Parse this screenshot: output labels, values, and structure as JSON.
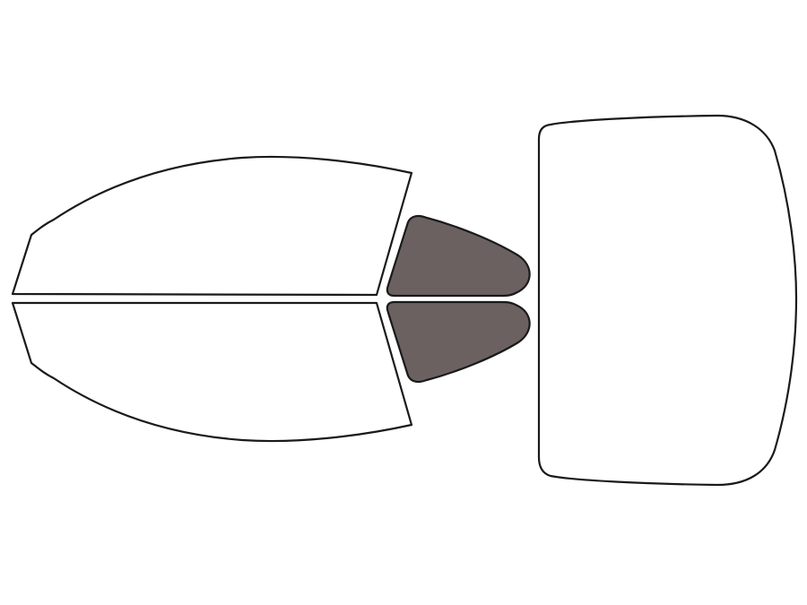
{
  "colors": {
    "background": "#ffffff",
    "outline": "#1a1a1a",
    "clear_glass": "#ffffff",
    "tinted_glass": "#6b6160"
  },
  "panels": [
    {
      "id": "front-door-window-top",
      "tinted": false
    },
    {
      "id": "front-door-window-bottom",
      "tinted": false
    },
    {
      "id": "rear-quarter-window-top",
      "tinted": true
    },
    {
      "id": "rear-quarter-window-bottom",
      "tinted": true
    },
    {
      "id": "rear-windshield",
      "tinted": false
    }
  ]
}
